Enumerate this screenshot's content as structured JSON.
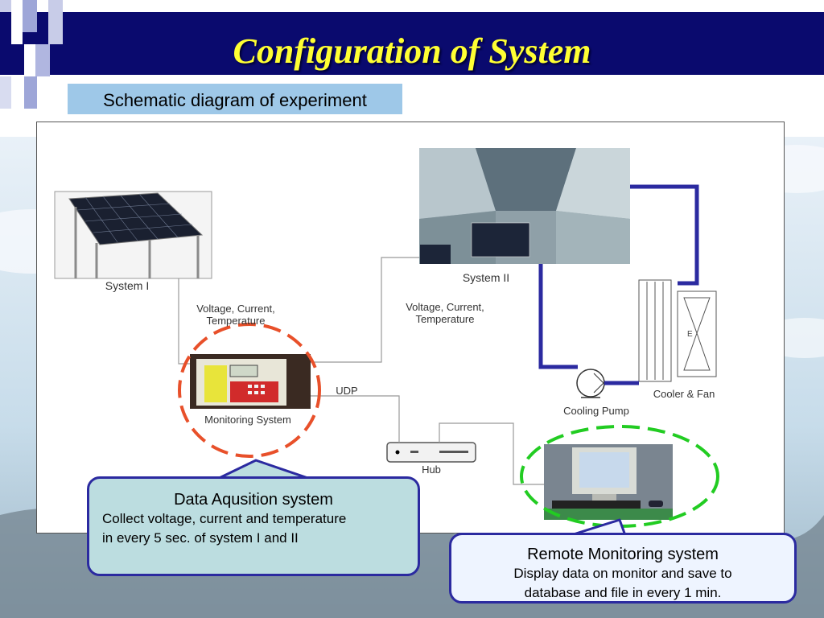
{
  "slide": {
    "title": "Configuration of System",
    "subtitle": "Schematic diagram of experiment"
  },
  "diagram": {
    "system1_label": "System I",
    "system2_label": "System II",
    "vct_left_line1": "Voltage, Current,",
    "vct_left_line2": "Temperature",
    "vct_right_line1": "Voltage, Current,",
    "vct_right_line2": "Temperature",
    "udp_label": "UDP",
    "monitoring_label": "Monitoring System",
    "hub_label": "Hub",
    "cooling_pump_label": "Cooling Pump",
    "cooler_fan_label": "Cooler & Fan"
  },
  "callouts": {
    "daq_title": "Data Aqusition system",
    "daq_line1": "Collect voltage, current and temperature",
    "daq_line2": "in every 5 sec. of system I and II",
    "remote_title": "Remote Monitoring system",
    "remote_line1": "Display data on monitor and save to",
    "remote_line2": "database and file in every 1 min."
  },
  "colors": {
    "header_navy": "#0a0a6e",
    "title_yellow": "#ffff33",
    "pipe_blue": "#2b2aa0",
    "daq_circle": "#e8502a",
    "remote_circle": "#22cc22"
  }
}
